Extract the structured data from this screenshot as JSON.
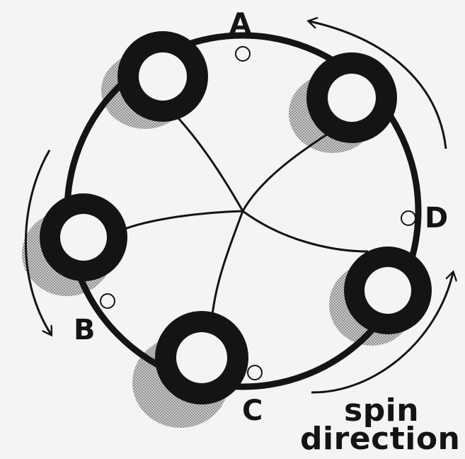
{
  "diagram": {
    "labels": {
      "a": "A",
      "b": "B",
      "c": "C",
      "d": "D"
    },
    "caption": {
      "line1": "spin",
      "line2": "direction"
    },
    "colors": {
      "ink": "#141414",
      "paper": "#f4f4f2",
      "shadow": "#b4b4b4"
    }
  }
}
